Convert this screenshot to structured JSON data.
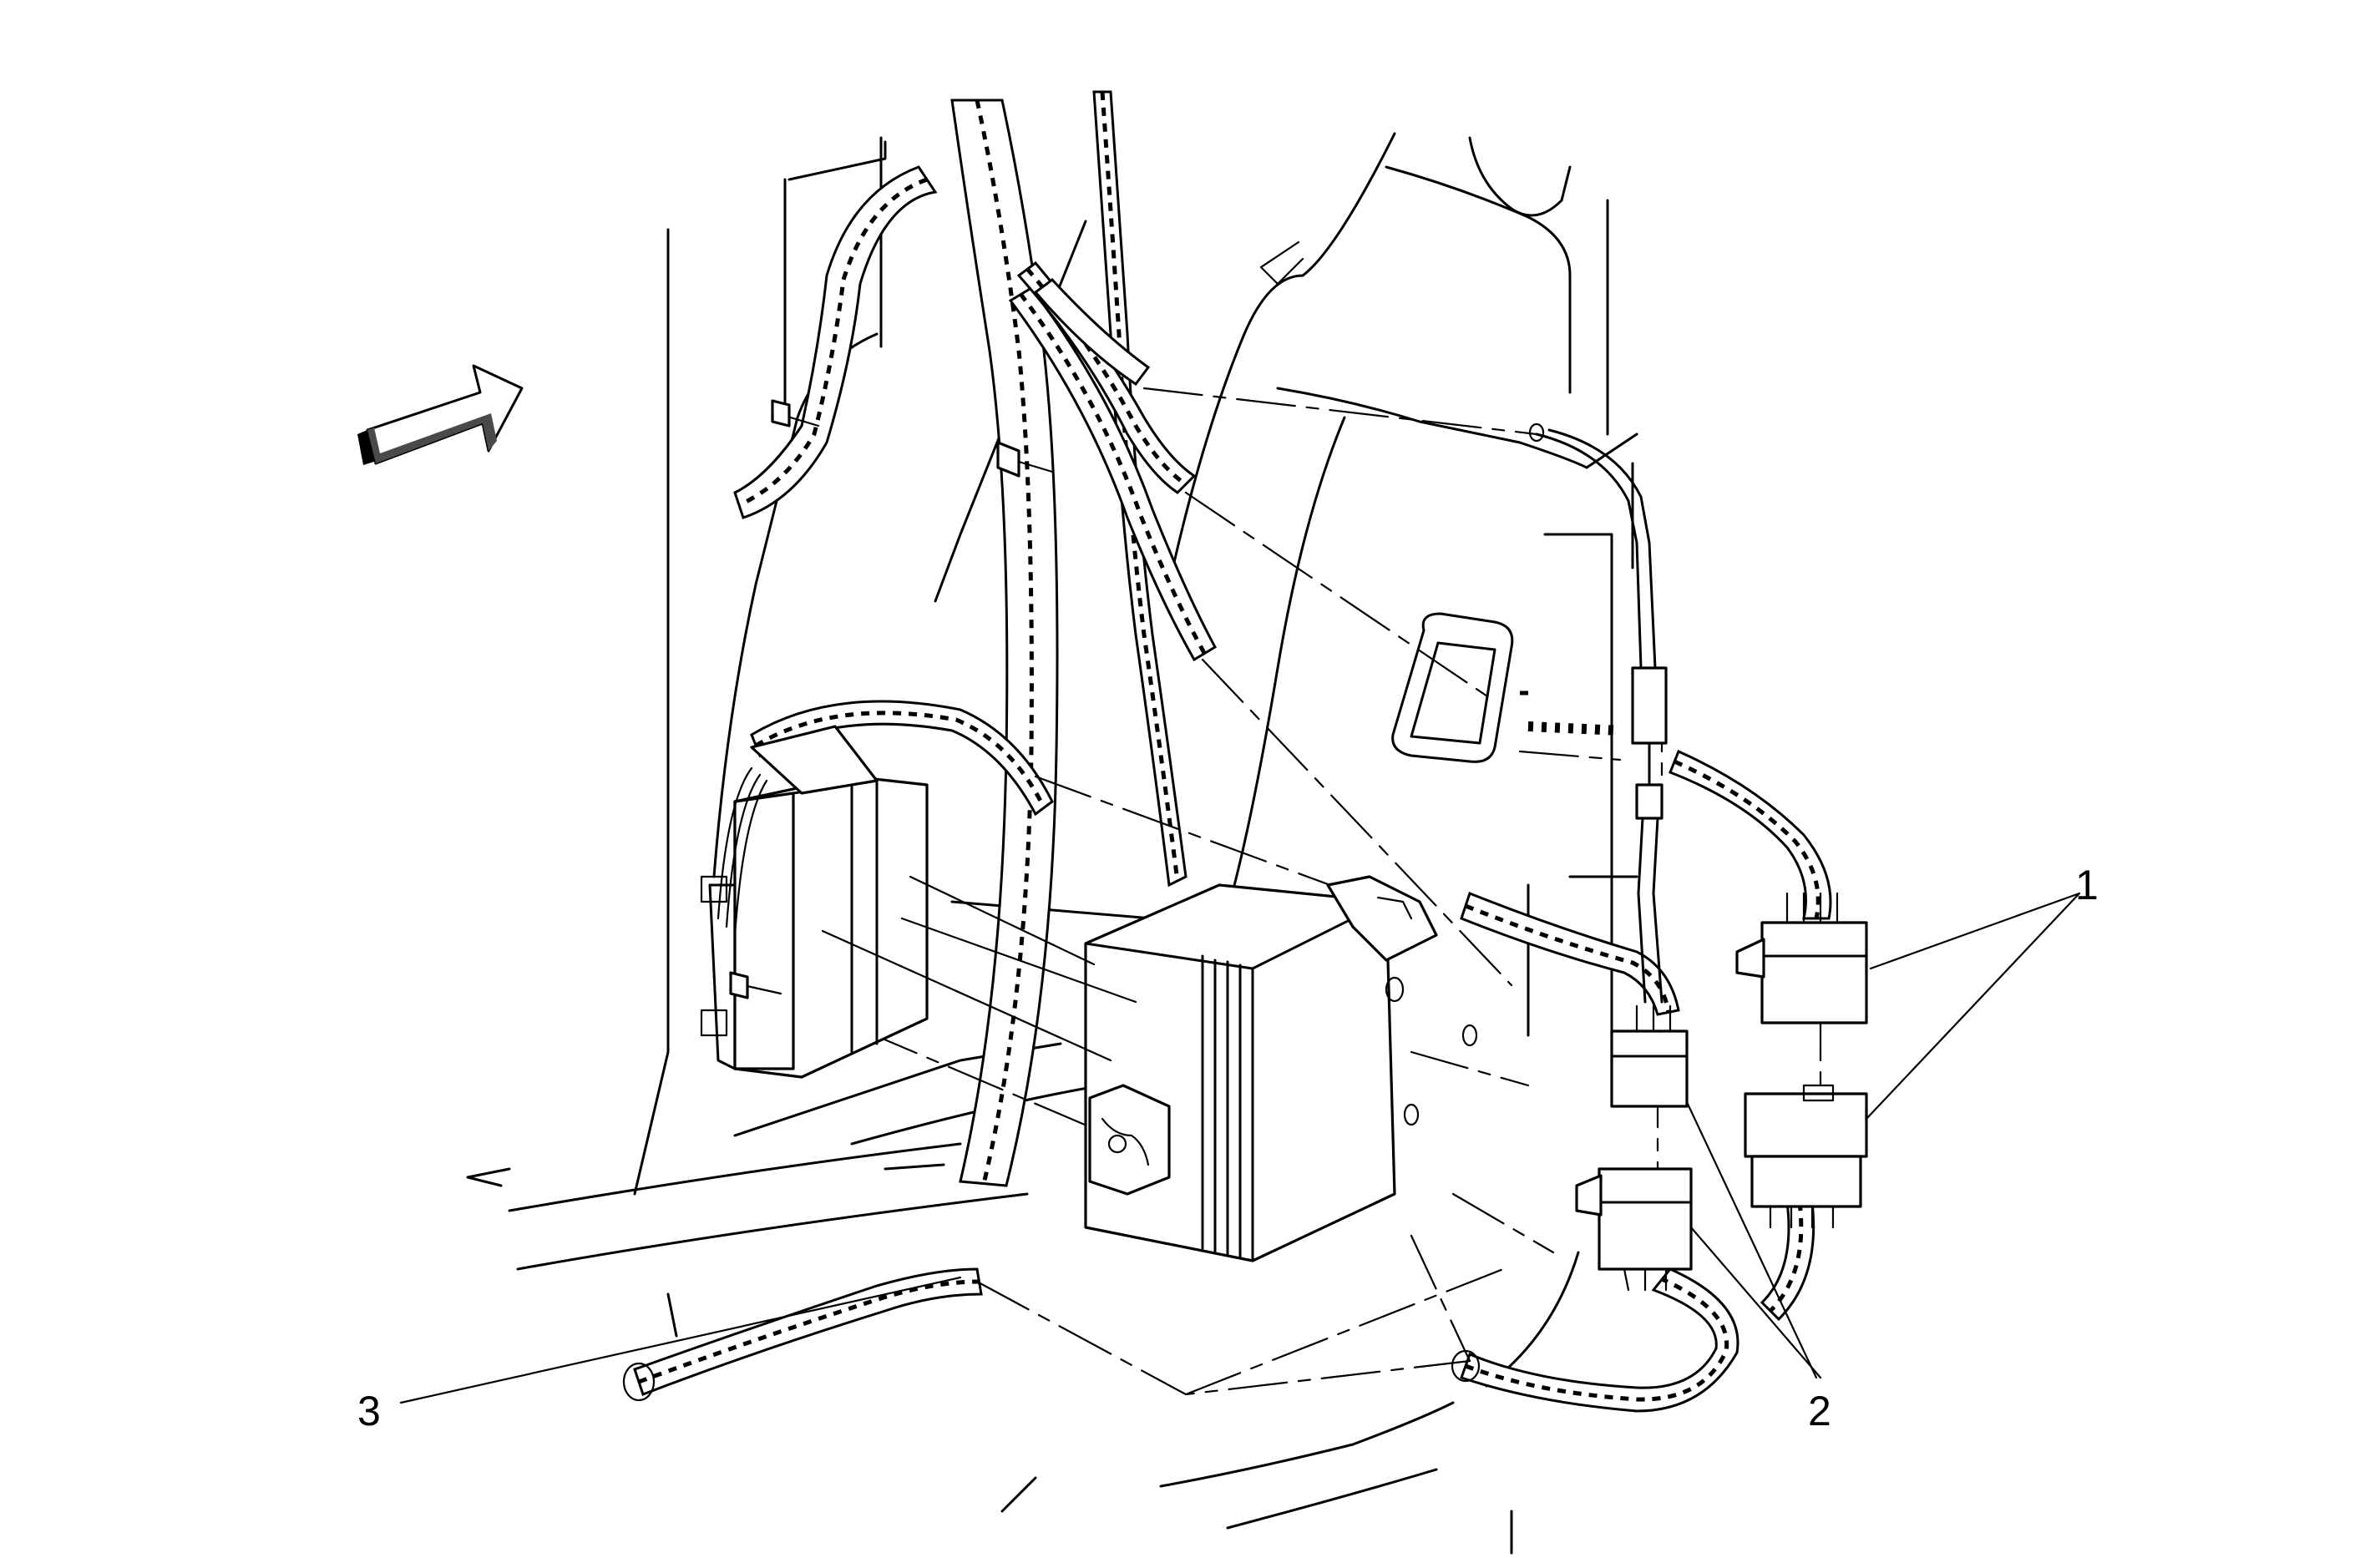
{
  "callouts": {
    "one": "1",
    "two": "2",
    "three": "3"
  },
  "colors": {
    "ink": "#000000",
    "paper": "#ffffff",
    "arrow_shade": "#4a4a4a"
  }
}
